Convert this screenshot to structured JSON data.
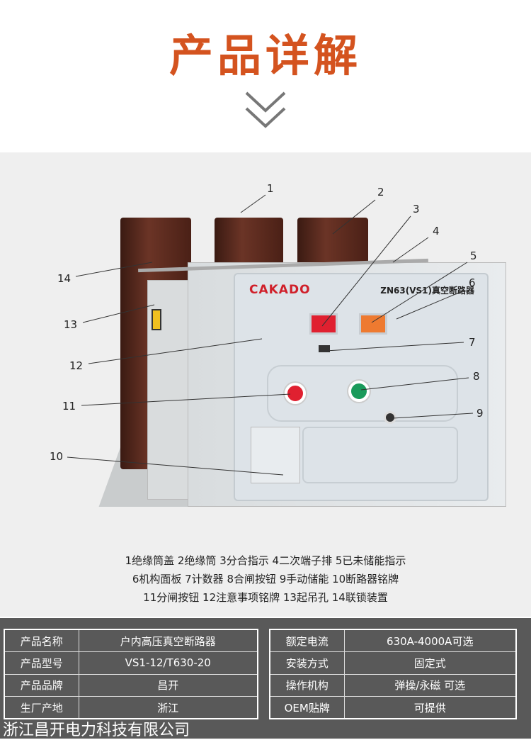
{
  "header": {
    "title": "产品详解"
  },
  "product": {
    "brand": "CAKADO",
    "model": "ZN63(VS1)真空断路器"
  },
  "callouts": [
    "1",
    "2",
    "3",
    "4",
    "5",
    "6",
    "7",
    "8",
    "9",
    "10",
    "11",
    "12",
    "13",
    "14"
  ],
  "legend": {
    "line1": "1绝缘筒盖  2绝缘筒 3分合指示  4二次端子排  5已未储能指示",
    "line2": "6机构面板 7计数器  8合闸按钮  9手动储能  10断路器铭牌",
    "line3": "11分闸按钮  12注意事项铭牌  13起吊孔  14联锁装置"
  },
  "specs_left": [
    [
      "产品名称",
      "户内高压真空断路器"
    ],
    [
      "产品型号",
      "VS1-12/T630-20"
    ],
    [
      "产品品牌",
      "昌开"
    ],
    [
      "生厂产地",
      "浙江"
    ]
  ],
  "specs_right": [
    [
      "额定电流",
      "630A-4000A可选"
    ],
    [
      "安装方式",
      "固定式"
    ],
    [
      "操作机构",
      "弹操/永磁 可选"
    ],
    [
      "OEM贴牌",
      "可提供"
    ]
  ],
  "footer": "浙江昌开电力科技有限公司"
}
